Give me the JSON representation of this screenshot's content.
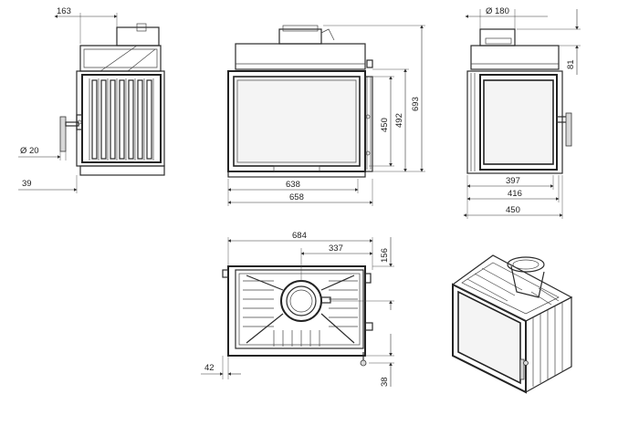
{
  "dimensions": {
    "left_view": {
      "width_top": "163",
      "pipe_diameter": "Ø 20",
      "offset": "39"
    },
    "front_view": {
      "width_inner": "638",
      "width_outer": "658",
      "door_height": "450",
      "frame_height": "492",
      "total_height": "693"
    },
    "side_view": {
      "flue_diameter": "Ø 180",
      "flue_height": "81",
      "w397": "397",
      "w416": "416",
      "w450": "450"
    },
    "top_view": {
      "depth_total": "684",
      "flue_offset": "337",
      "side_156": "156",
      "bottom_38": "38",
      "left_42": "42"
    }
  },
  "icons": {
    "arrow": "arrow-head-icon",
    "knob": "knob-icon"
  }
}
